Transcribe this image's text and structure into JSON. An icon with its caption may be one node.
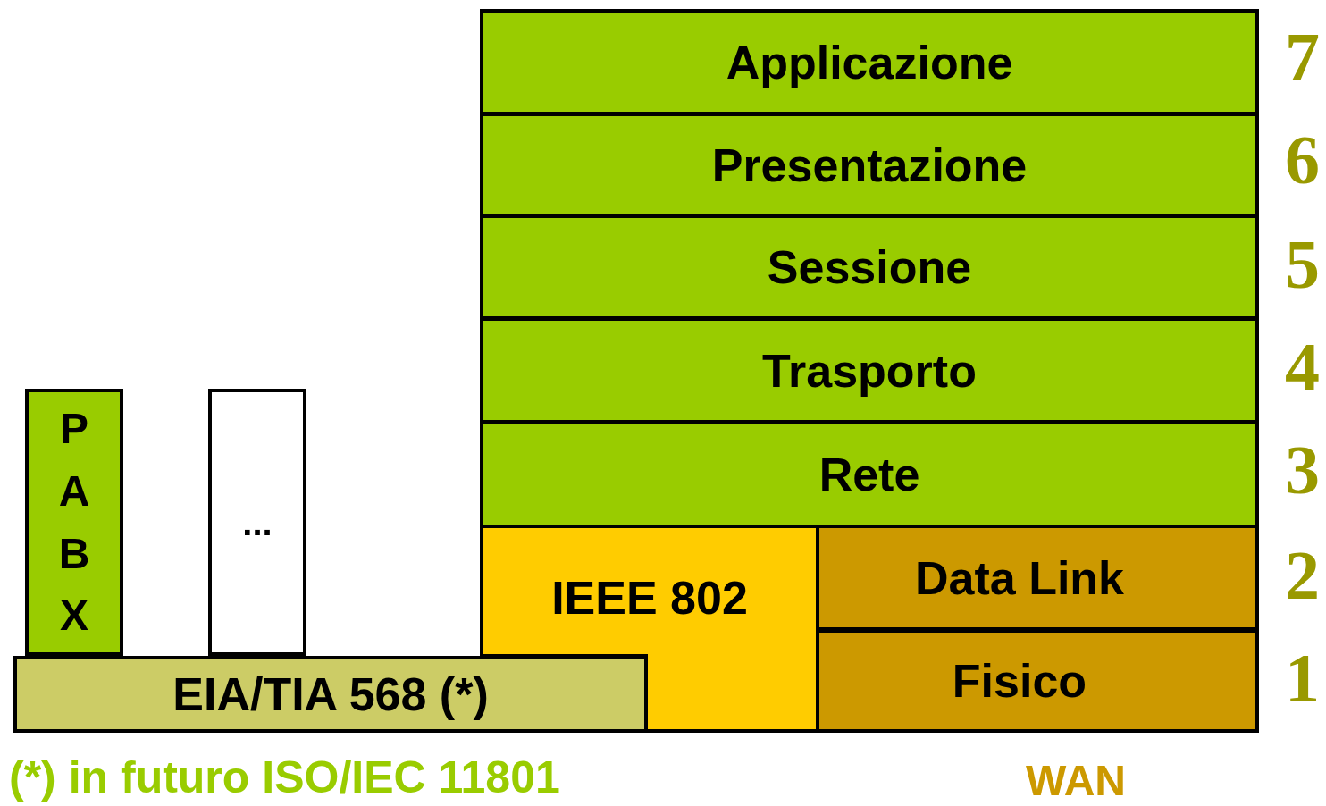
{
  "diagram": {
    "nodes": [
      {
        "text": [
          "Applicazione"
        ]
      },
      {
        "text": [
          "Presentazione"
        ]
      },
      {
        "text": [
          "Sessione"
        ]
      },
      {
        "text": [
          "Trasporto"
        ]
      },
      {
        "text": [
          "Rete"
        ]
      },
      {
        "text": [
          "IEEE 802"
        ]
      },
      {
        "text": [
          "Data Link"
        ]
      },
      {
        "text": [
          "Fisico"
        ]
      },
      {
        "text": [
          "EIA/TIA 568 (*)"
        ]
      },
      {
        "text": [
          "PABX"
        ]
      },
      {
        "text": [
          "..."
        ]
      }
    ],
    "labels": [
      "7",
      "6",
      "5",
      "4",
      "3",
      "2",
      "1",
      "(*) in futuro ISO/IEC 11801",
      "WAN"
    ]
  }
}
